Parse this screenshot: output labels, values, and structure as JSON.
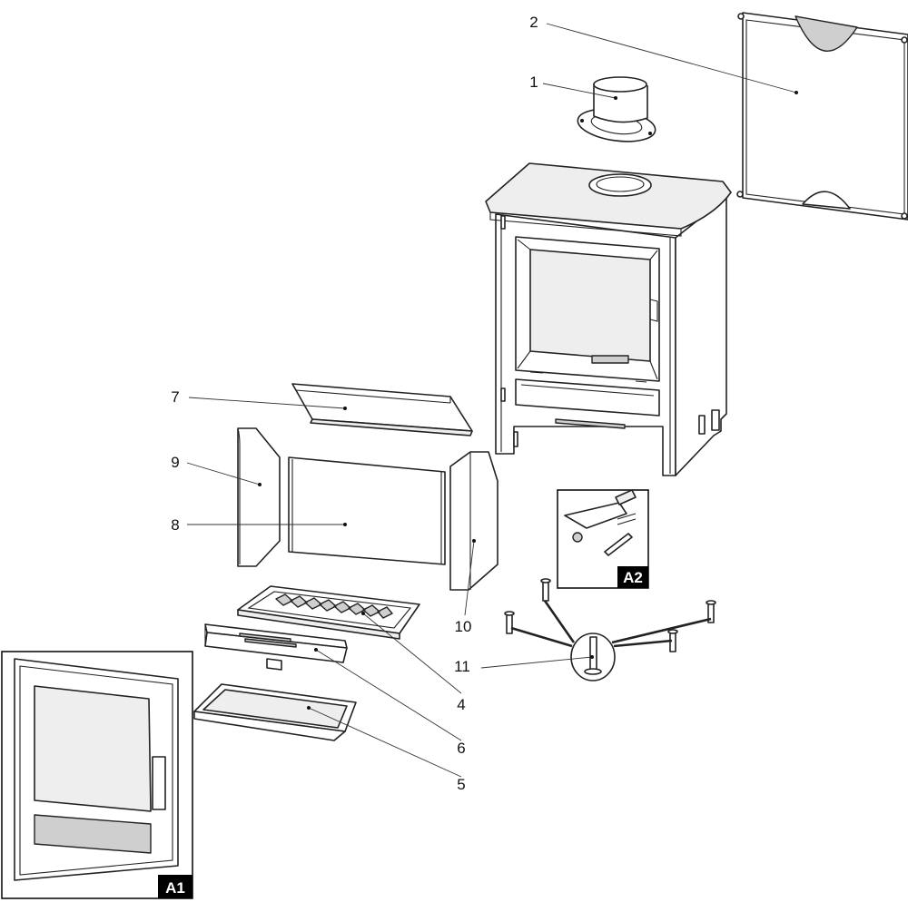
{
  "callouts": {
    "c1": "1",
    "c2": "2",
    "c4": "4",
    "c5": "5",
    "c6": "6",
    "c7": "7",
    "c8": "8",
    "c9": "9",
    "c10": "10",
    "c11": "11"
  },
  "insets": {
    "a1": "A1",
    "a2": "A2"
  },
  "colors": {
    "line": "#222222",
    "badge": "#000000",
    "background": "#ffffff"
  }
}
